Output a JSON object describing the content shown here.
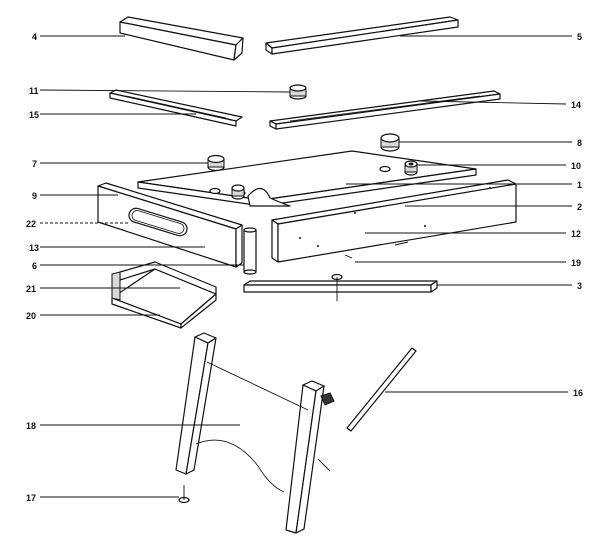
{
  "callouts": [
    {
      "id": "c4",
      "label": "4"
    },
    {
      "id": "c5",
      "label": "5"
    },
    {
      "id": "c11",
      "label": "11"
    },
    {
      "id": "c14",
      "label": "14"
    },
    {
      "id": "c15",
      "label": "15"
    },
    {
      "id": "c8",
      "label": "8"
    },
    {
      "id": "c7",
      "label": "7"
    },
    {
      "id": "c10",
      "label": "10"
    },
    {
      "id": "c1",
      "label": "1"
    },
    {
      "id": "c9",
      "label": "9"
    },
    {
      "id": "c2",
      "label": "2"
    },
    {
      "id": "c22",
      "label": "22"
    },
    {
      "id": "c12",
      "label": "12"
    },
    {
      "id": "c13",
      "label": "13"
    },
    {
      "id": "c6",
      "label": "6"
    },
    {
      "id": "c19",
      "label": "19"
    },
    {
      "id": "c3",
      "label": "3"
    },
    {
      "id": "c21",
      "label": "21"
    },
    {
      "id": "c20",
      "label": "20"
    },
    {
      "id": "c16",
      "label": "16"
    },
    {
      "id": "c18",
      "label": "18"
    },
    {
      "id": "c17",
      "label": "17"
    }
  ]
}
